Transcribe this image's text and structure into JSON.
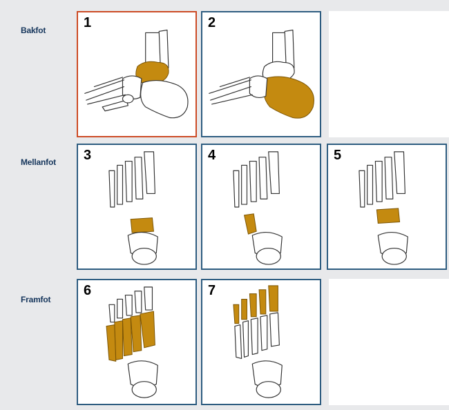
{
  "rows": [
    {
      "label": "Bakfot"
    },
    {
      "label": "Mellanfot"
    },
    {
      "label": "Framfot"
    }
  ],
  "tiles": [
    {
      "number": "1",
      "selected": true
    },
    {
      "number": "2",
      "selected": false
    },
    {
      "number": "3",
      "selected": false
    },
    {
      "number": "4",
      "selected": false
    },
    {
      "number": "5",
      "selected": false
    },
    {
      "number": "6",
      "selected": false
    },
    {
      "number": "7",
      "selected": false
    }
  ],
  "colors": {
    "highlight": "#c48a10",
    "selected_border": "#cc4a24",
    "border": "#2d5c80",
    "label": "#16365c"
  }
}
